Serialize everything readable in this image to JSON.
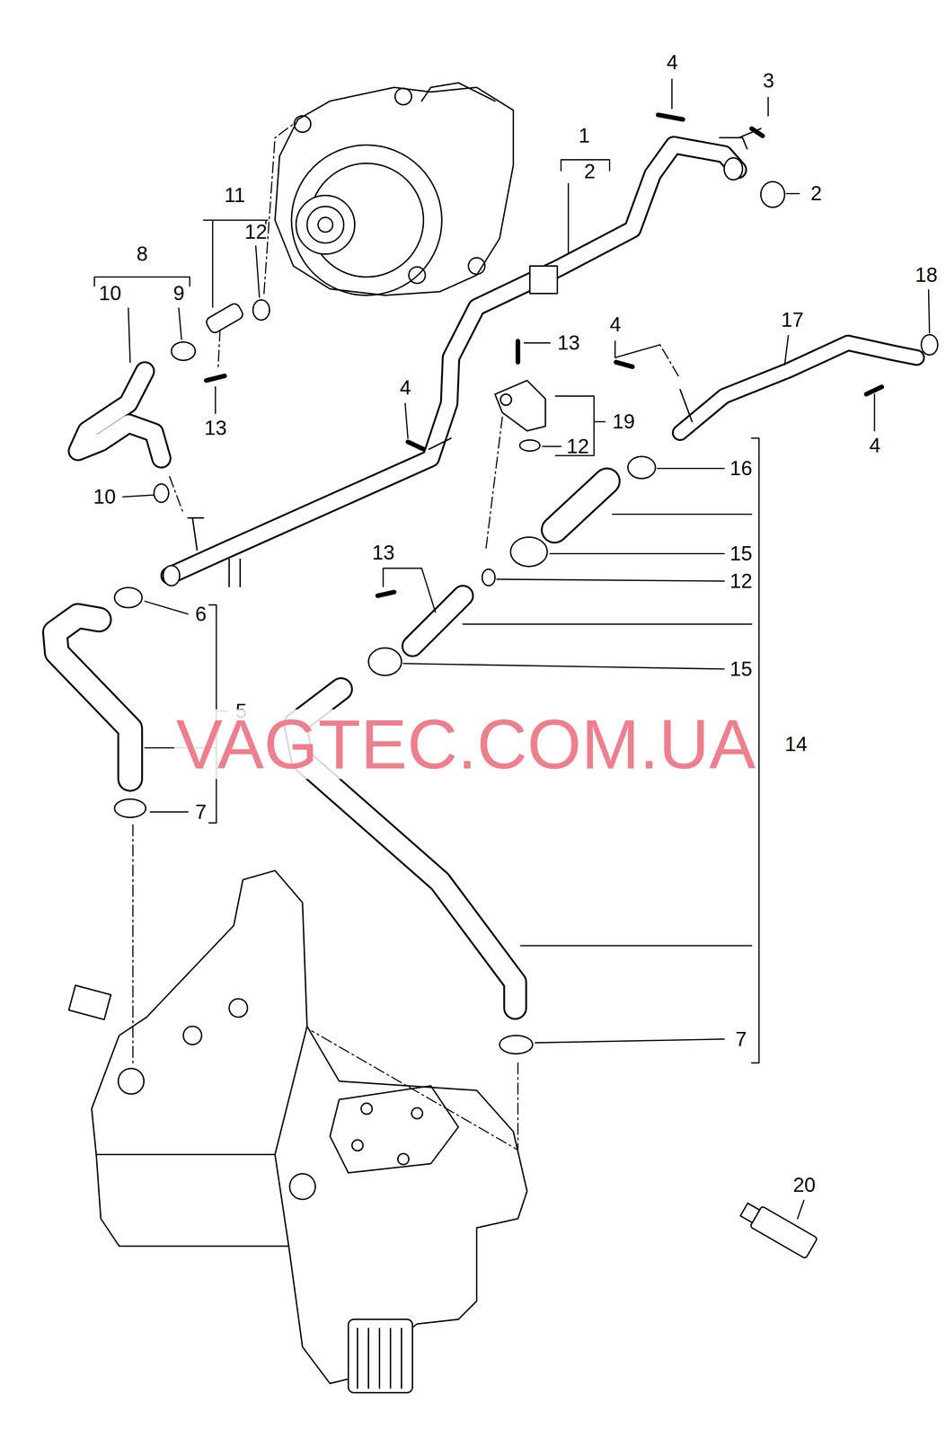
{
  "diagram": {
    "labels": [
      "4",
      "3",
      "1",
      "2",
      "2",
      "11",
      "12",
      "8",
      "18",
      "10",
      "9",
      "17",
      "4",
      "13",
      "4",
      "19",
      "13",
      "12",
      "4",
      "16",
      "10",
      "13",
      "15",
      "12",
      "6",
      "15",
      "5",
      "VAGTEC.COM.UA",
      "14",
      "7",
      "7",
      "20"
    ]
  }
}
